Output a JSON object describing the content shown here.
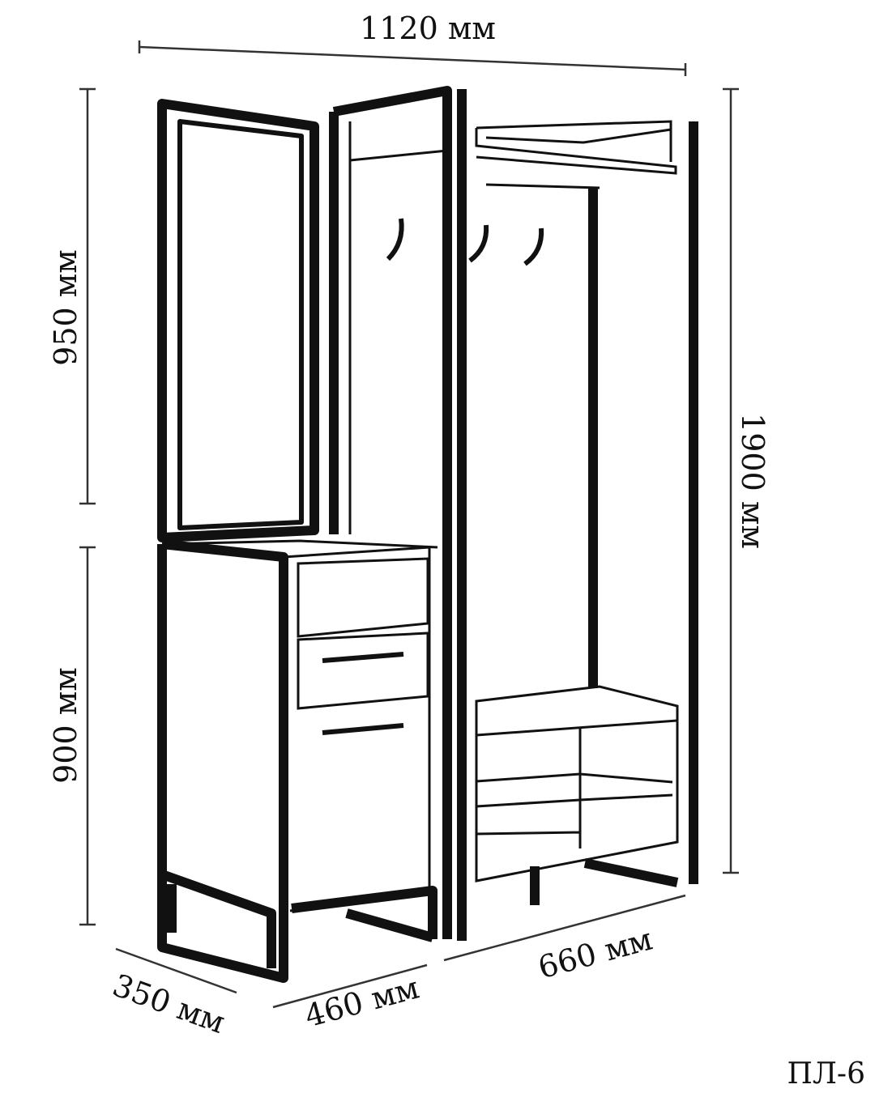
{
  "product_code": "ПЛ-6",
  "dimensions": {
    "total_width": "1120 мм",
    "upper_height": "950 мм",
    "lower_height": "900 мм",
    "total_height": "1900 мм",
    "depth": "350 мм",
    "cabinet_width": "460 мм",
    "bench_width": "660 мм"
  }
}
